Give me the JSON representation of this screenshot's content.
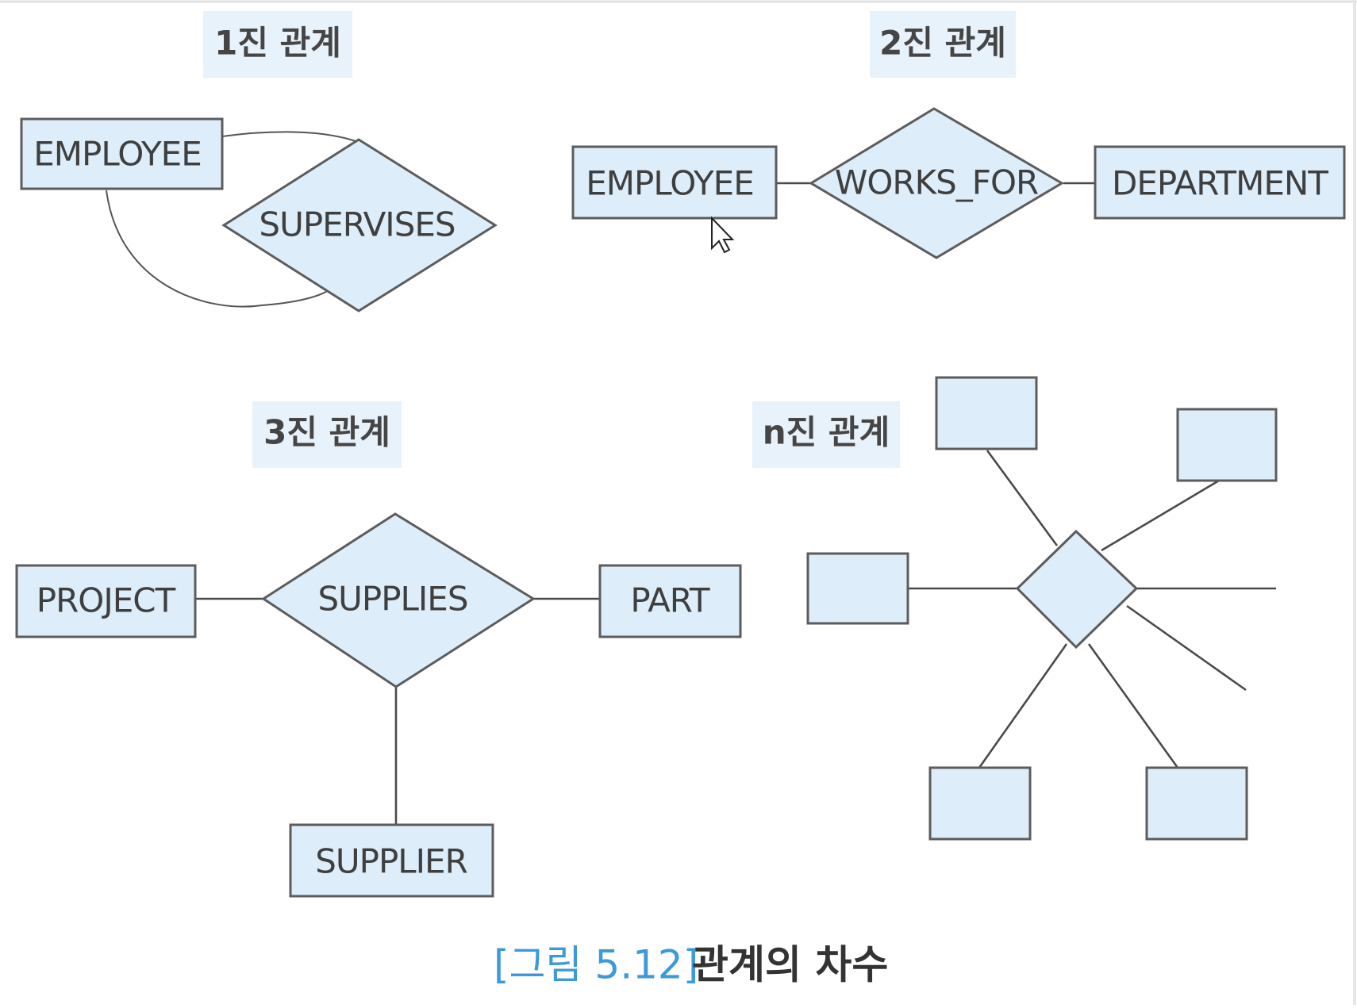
{
  "unary": {
    "tag": "1진 관계",
    "entity": "EMPLOYEE",
    "relationship": "SUPERVISES"
  },
  "binary": {
    "tag": "2진 관계",
    "entity_left": "EMPLOYEE",
    "relationship": "WORKS_FOR",
    "entity_right": "DEPARTMENT"
  },
  "ternary": {
    "tag": "3진 관계",
    "entity_left": "PROJECT",
    "relationship": "SUPPLIES",
    "entity_right": "PART",
    "entity_bottom": "SUPPLIER"
  },
  "nary": {
    "tag": "n진 관계"
  },
  "caption": {
    "figure": "[그림 5.12]",
    "text": "관계의 차수"
  },
  "colors": {
    "fill": "#ddeefa",
    "stroke": "#5c5c5c",
    "caption_accent": "#3d9ad8"
  }
}
